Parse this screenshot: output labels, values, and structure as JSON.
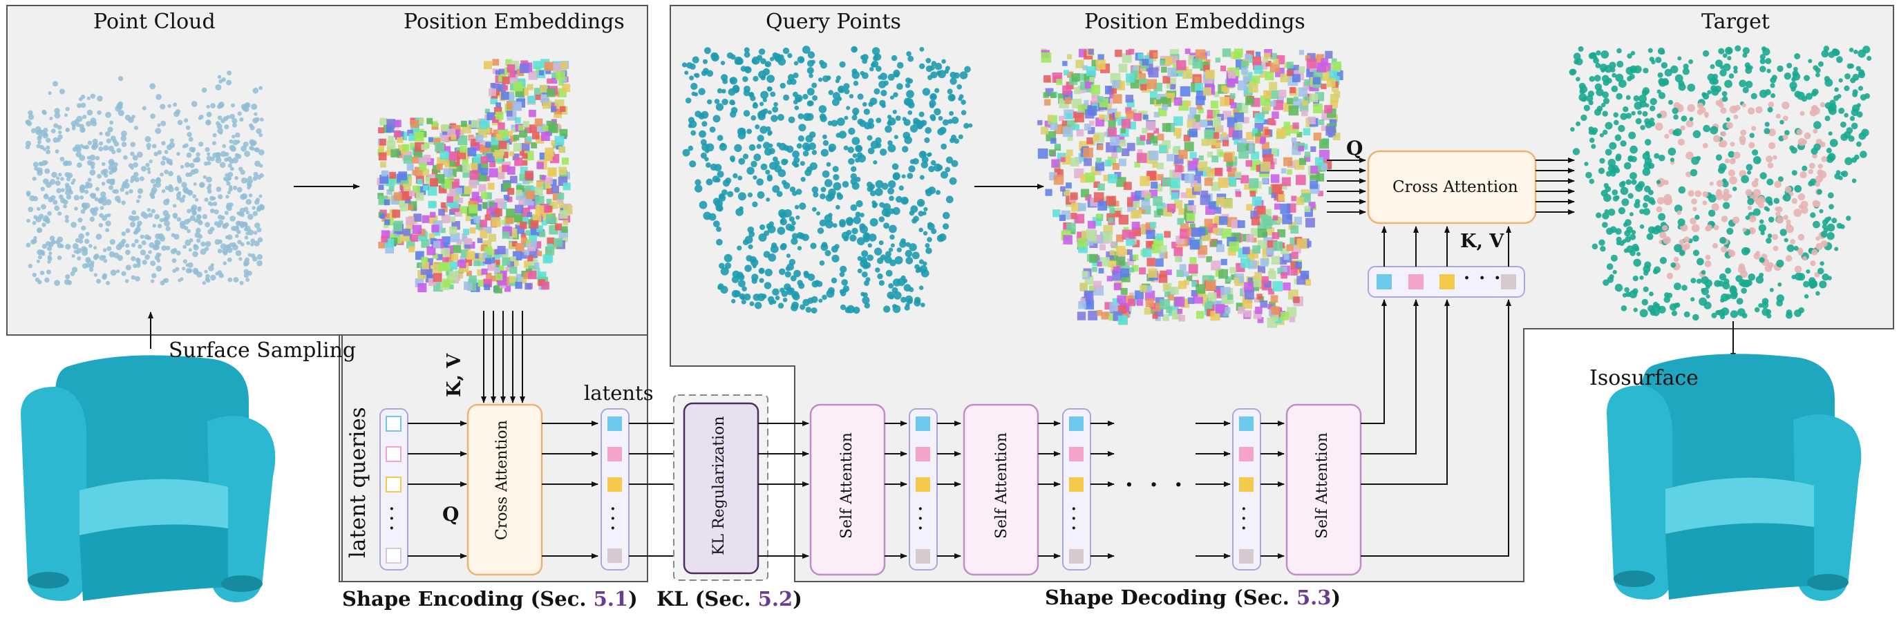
{
  "encoder_panel": {
    "point_cloud_title": "Point Cloud",
    "position_embeddings_title": "Position Embeddings",
    "surface_sampling": "Surface Sampling"
  },
  "decoder_panel": {
    "query_points_title": "Query Points",
    "position_embeddings_title": "Position Embeddings",
    "target_title": "Target",
    "isosurface": "Isosurface"
  },
  "blocks": {
    "encoder_cross_attention": "Cross Attention",
    "kl_regularization": "KL Regularization",
    "self_attention": "Self Attention",
    "decoder_cross_attention": "Cross Attention"
  },
  "labels": {
    "kv": "K, V",
    "q": "Q",
    "latent_queries": "latent queries",
    "latents": "latents",
    "dots": "· · ·",
    "vdots": "·\n·\n·"
  },
  "captions": {
    "shape_encoding": "Shape Encoding (Sec. ",
    "shape_encoding_ref": "5.1",
    "kl": "KL (Sec. ",
    "kl_ref": "5.2",
    "shape_decoding": "Shape Decoding (Sec. ",
    "shape_decoding_ref": "5.3",
    "close": ")"
  },
  "colors": {
    "panel_fill": "#f0f0f0",
    "point_blue_light": "#8fbdd6",
    "point_teal": "#1e9bb0",
    "point_green": "#1aa890",
    "point_pink": "#e6b3b3",
    "chair": "#2bb8d0",
    "cross_attention_border": "#f0b070",
    "cross_attention_fill": "#fff5e8",
    "self_attention_border": "#c08cc8",
    "self_attention_fill": "#fbeef9",
    "kl_border": "#4a2f5e",
    "kl_fill": "#e8dff0",
    "latent_border": "#a9a6e0",
    "latent_fill": "#f3f2fc",
    "token_blue": "#6dc8ee",
    "token_pink": "#f5a3c8",
    "token_yellow": "#f5c94a",
    "token_gray": "#d8c8d0",
    "section_ref": "#6b3d8f"
  }
}
